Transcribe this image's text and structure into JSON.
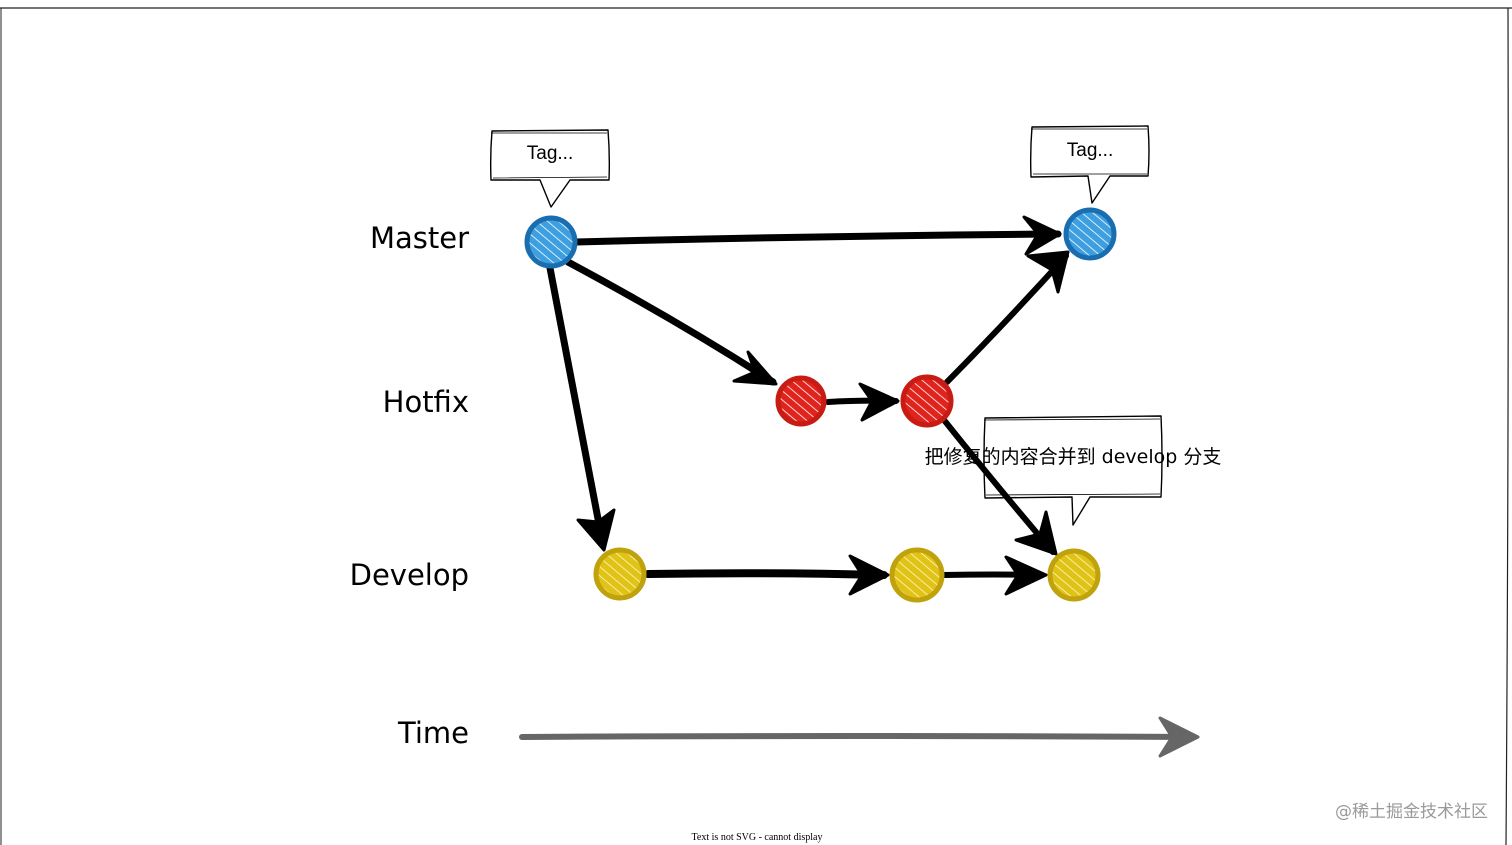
{
  "diagram": {
    "branches": {
      "master": "Master",
      "hotfix": "Hotfix",
      "develop": "Develop"
    },
    "time_label": "Time",
    "tags": [
      {
        "id": "tag-1",
        "label": "Tag..."
      },
      {
        "id": "tag-2",
        "label": "Tag..."
      }
    ],
    "merge_note": "把修复的内容合并到 develop 分支",
    "colors": {
      "master": "#2b8fd6",
      "master_stroke": "#1a6eb0",
      "hotfix": "#e0231c",
      "hotfix_stroke": "#c71b14",
      "develop": "#e1c317",
      "develop_stroke": "#c0a20d",
      "arrow": "#000000",
      "time_arrow": "#666666"
    }
  },
  "footer": {
    "notice": "Text is not SVG - cannot display"
  },
  "watermark": "@稀土掘金技术社区"
}
